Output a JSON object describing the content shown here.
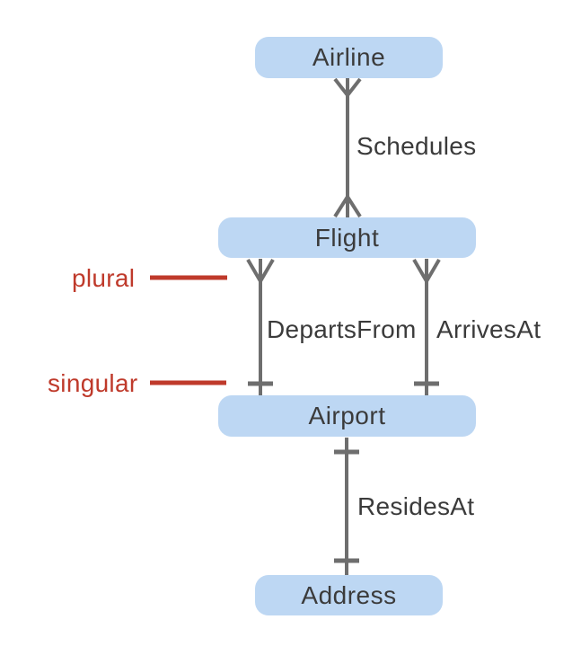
{
  "diagram": {
    "type": "entity-relationship",
    "entities": [
      {
        "id": "airline",
        "label": "Airline"
      },
      {
        "id": "flight",
        "label": "Flight"
      },
      {
        "id": "airport",
        "label": "Airport"
      },
      {
        "id": "address",
        "label": "Address"
      }
    ],
    "relationships": [
      {
        "id": "schedules",
        "label": "Schedules",
        "from": "Airline",
        "to": "Flight",
        "from_cardinality": "plural",
        "to_cardinality": "plural"
      },
      {
        "id": "departs-from",
        "label": "DepartsFrom",
        "from": "Flight",
        "to": "Airport",
        "from_cardinality": "plural",
        "to_cardinality": "singular"
      },
      {
        "id": "arrives-at",
        "label": "ArrivesAt",
        "from": "Flight",
        "to": "Airport",
        "from_cardinality": "plural",
        "to_cardinality": "singular"
      },
      {
        "id": "resides-at",
        "label": "ResidesAt",
        "from": "Airport",
        "to": "Address",
        "from_cardinality": "singular",
        "to_cardinality": "singular"
      }
    ],
    "annotations": [
      {
        "id": "plural",
        "label": "plural",
        "points_to": "crow-foot-marker"
      },
      {
        "id": "singular",
        "label": "singular",
        "points_to": "one-bar-marker"
      }
    ],
    "colors": {
      "background": "#ffffff",
      "entity_fill": "#bdd7f3",
      "entity_text": "#3b3b3b",
      "connector": "#6e6e6e",
      "annotation": "#bf3a2b"
    }
  }
}
